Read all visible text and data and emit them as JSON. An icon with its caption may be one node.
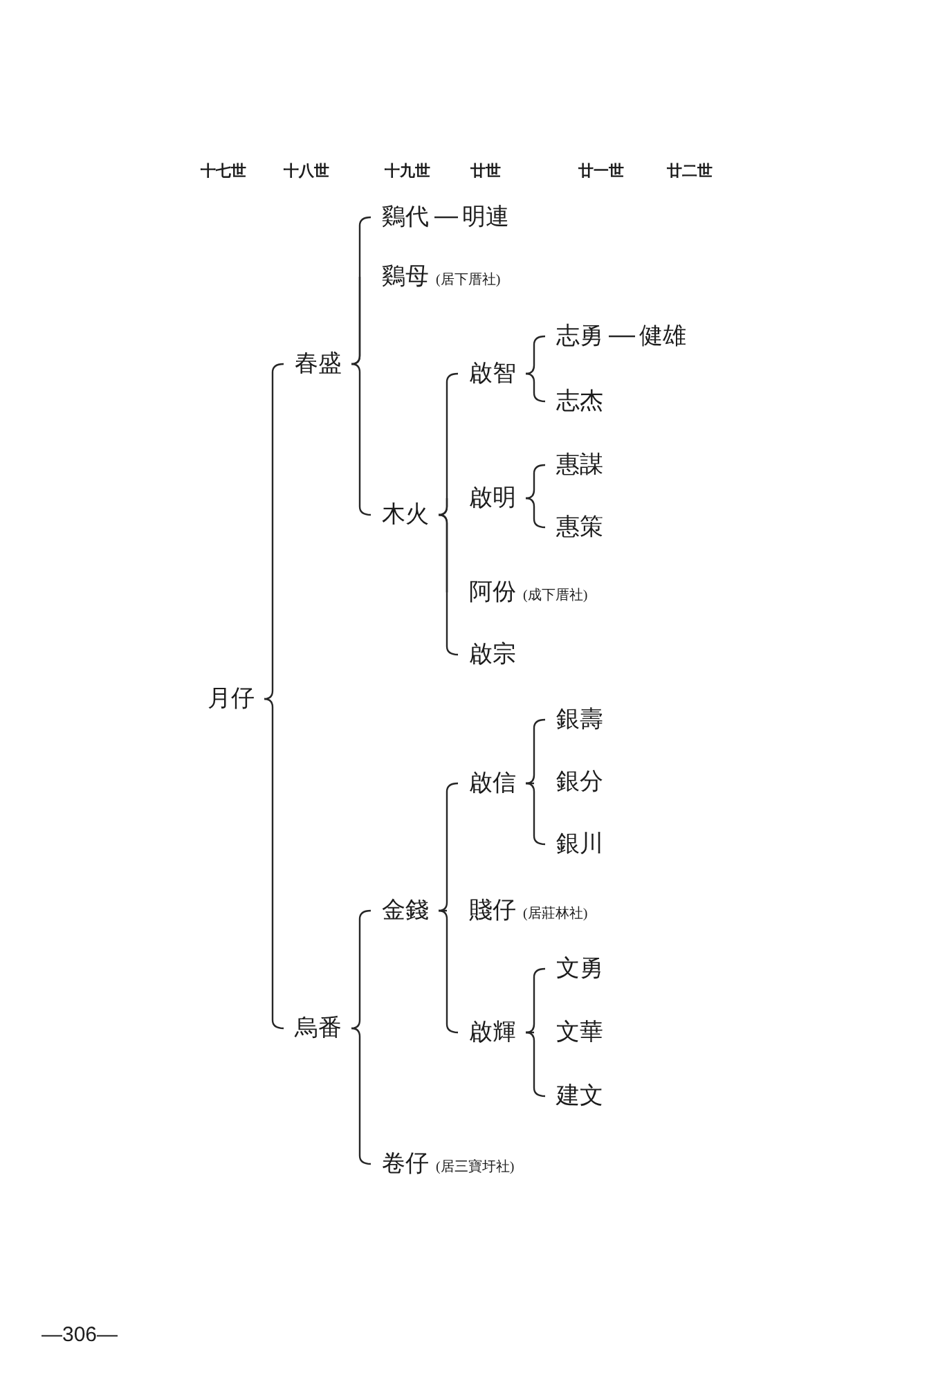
{
  "diagram": {
    "nodes": [
      {
        "text": [
          "月仔"
        ]
      },
      {
        "text": [
          "春盛"
        ]
      },
      {
        "text": [
          "鷄代"
        ]
      },
      {
        "text": [
          "明連"
        ]
      },
      {
        "text": [
          "鷄母"
        ],
        "beside": [
          "(居下厝社)"
        ]
      },
      {
        "text": [
          "木火"
        ]
      },
      {
        "text": [
          "啟智"
        ]
      },
      {
        "text": [
          "志勇"
        ]
      },
      {
        "text": [
          "健雄"
        ]
      },
      {
        "text": [
          "志杰"
        ]
      },
      {
        "text": [
          "啟明"
        ]
      },
      {
        "text": [
          "惠謀"
        ]
      },
      {
        "text": [
          "惠策"
        ]
      },
      {
        "text": [
          "阿份"
        ],
        "beside": [
          "(成下厝社)"
        ]
      },
      {
        "text": [
          "啟宗"
        ]
      },
      {
        "text": [
          "烏番"
        ]
      },
      {
        "text": [
          "金錢"
        ]
      },
      {
        "text": [
          "啟信"
        ]
      },
      {
        "text": [
          "銀壽"
        ]
      },
      {
        "text": [
          "銀分"
        ]
      },
      {
        "text": [
          "銀川"
        ]
      },
      {
        "text": [
          "賤仔"
        ],
        "beside": [
          "(居莊林社)"
        ]
      },
      {
        "text": [
          "啟輝"
        ]
      },
      {
        "text": [
          "文勇"
        ]
      },
      {
        "text": [
          "文華"
        ]
      },
      {
        "text": [
          "建文"
        ]
      },
      {
        "text": [
          "卷仔"
        ],
        "beside": [
          "(居三寶圩社)"
        ]
      }
    ],
    "edges": [
      {
        "from": 0,
        "to": 1,
        "arrow": "none"
      },
      {
        "from": 0,
        "to": 15,
        "arrow": "none"
      },
      {
        "from": 1,
        "to": 2,
        "arrow": "none"
      },
      {
        "from": 1,
        "to": 4,
        "arrow": "none"
      },
      {
        "from": 1,
        "to": 5,
        "arrow": "none"
      },
      {
        "from": 2,
        "to": 3,
        "arrow": "none"
      },
      {
        "from": 5,
        "to": 6,
        "arrow": "none"
      },
      {
        "from": 5,
        "to": 10,
        "arrow": "none"
      },
      {
        "from": 5,
        "to": 13,
        "arrow": "none"
      },
      {
        "from": 5,
        "to": 14,
        "arrow": "none"
      },
      {
        "from": 6,
        "to": 7,
        "arrow": "none"
      },
      {
        "from": 6,
        "to": 9,
        "arrow": "none"
      },
      {
        "from": 7,
        "to": 8,
        "arrow": "none"
      },
      {
        "from": 10,
        "to": 11,
        "arrow": "none"
      },
      {
        "from": 10,
        "to": 12,
        "arrow": "none"
      },
      {
        "from": 15,
        "to": 16,
        "arrow": "none"
      },
      {
        "from": 15,
        "to": 26,
        "arrow": "none"
      },
      {
        "from": 16,
        "to": 17,
        "arrow": "none"
      },
      {
        "from": 16,
        "to": 21,
        "arrow": "none"
      },
      {
        "from": 16,
        "to": 22,
        "arrow": "none"
      },
      {
        "from": 17,
        "to": 18,
        "arrow": "none"
      },
      {
        "from": 17,
        "to": 19,
        "arrow": "none"
      },
      {
        "from": 17,
        "to": 20,
        "arrow": "none"
      },
      {
        "from": 22,
        "to": 23,
        "arrow": "none"
      },
      {
        "from": 22,
        "to": 24,
        "arrow": "none"
      },
      {
        "from": 22,
        "to": 25,
        "arrow": "none"
      }
    ],
    "labels": [
      "十七世",
      "十八世",
      "十九世",
      "廿世",
      "廿一世",
      "廿二世",
      "—306—"
    ]
  }
}
